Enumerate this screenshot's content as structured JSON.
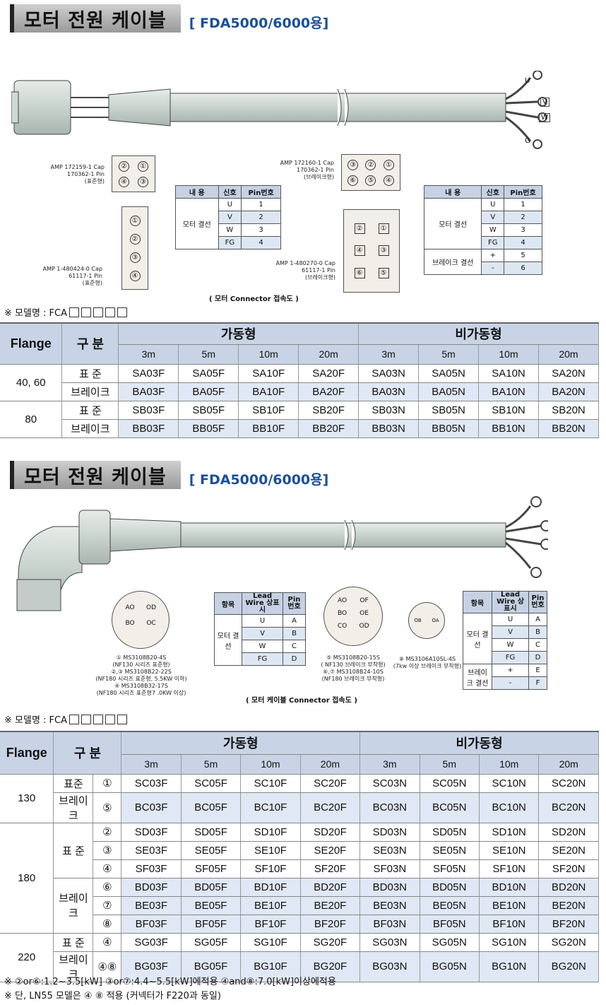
{
  "section1": {
    "title": "모터 전원 케이블",
    "subtitle": "[ FDA5000/6000용]",
    "cable_labels": [
      "U",
      "V",
      "W",
      "G"
    ],
    "connector_captions": {
      "a": [
        "AMP 172159-1 Cap",
        "170362-1 Pin",
        "(표준형)"
      ],
      "b": [
        "AMP 172160-1 Cap",
        "170362-1 Pin",
        "(브레이크형)"
      ],
      "c": [
        "AMP 1-480424-0 Cap",
        "61117-1 Pin",
        "(표준형)"
      ],
      "d": [
        "AMP 1-480270-0 Cap",
        "61117-1 Pin",
        "(브레이크형)"
      ]
    },
    "pins_a": [
      "②",
      "①",
      "④",
      "③"
    ],
    "pins_b": [
      "③",
      "②",
      "①",
      "⑥",
      "⑤",
      "④"
    ],
    "pins_c": [
      "①",
      "②",
      "③",
      "④"
    ],
    "pins_d": [
      "②",
      "①",
      "④",
      "③",
      "⑥",
      "⑤"
    ],
    "table1": {
      "headers": [
        "내 용",
        "신호",
        "Pin번호"
      ],
      "group": "모터 결선",
      "rows": [
        [
          "U",
          "1"
        ],
        [
          "V",
          "2"
        ],
        [
          "W",
          "3"
        ],
        [
          "FG",
          "4"
        ]
      ]
    },
    "table2": {
      "headers": [
        "내 용",
        "신호",
        "Pin번호"
      ],
      "group1": "모터 결선",
      "group2": "브레이크 결선",
      "rows": [
        [
          "U",
          "1"
        ],
        [
          "V",
          "2"
        ],
        [
          "W",
          "3"
        ],
        [
          "FG",
          "4"
        ],
        [
          "+",
          "5"
        ],
        [
          "-",
          "6"
        ]
      ]
    },
    "diagram_caption": "( 모터 Connector 접속도 )",
    "model_label": "※ 모델명 : FCA",
    "spec": {
      "h_flange": "Flange",
      "h_type": "구 분",
      "h_movable": "가동형",
      "h_nonmovable": "비가동형",
      "lengths": [
        "3m",
        "5m",
        "10m",
        "20m",
        "3m",
        "5m",
        "10m",
        "20m"
      ],
      "rows": [
        {
          "flange": "40, 60",
          "kind": "표 준",
          "codes": [
            "SA03F",
            "SA05F",
            "SA10F",
            "SA20F",
            "SA03N",
            "SA05N",
            "SA10N",
            "SA20N"
          ]
        },
        {
          "flange": "",
          "kind": "브레이크",
          "codes": [
            "BA03F",
            "BA05F",
            "BA10F",
            "BA20F",
            "BA03N",
            "BA05N",
            "BA10N",
            "BA20N"
          ]
        },
        {
          "flange": "80",
          "kind": "표 준",
          "codes": [
            "SB03F",
            "SB05F",
            "SB10F",
            "SB20F",
            "SB03N",
            "SB05N",
            "SB10N",
            "SB20N"
          ]
        },
        {
          "flange": "",
          "kind": "브레이크",
          "codes": [
            "BB03F",
            "BB05F",
            "BB10F",
            "BB20F",
            "BB03N",
            "BB05N",
            "BB10N",
            "BB20N"
          ]
        }
      ]
    }
  },
  "section2": {
    "title": "모터 전원 케이블",
    "subtitle": "[ FDA5000/6000용]",
    "conn1_pins": [
      "AO",
      "OD",
      "BO",
      "OC"
    ],
    "conn1_caption": [
      "① MS3108B20-4S",
      "(NF130 시리즈 표준형)",
      "②,③ MS3108B22-22S",
      "(NF180 시리즈 표준형, 5.5KW 이하)",
      "④ MS3108B32-17S",
      "(NF180 시리즈 표준형7 .0KW 이상)"
    ],
    "conn2_pins": [
      "AO",
      "OF",
      "BO",
      "OE",
      "CO",
      "OD"
    ],
    "conn2_caption": [
      "⑤ MS3108B20-15S",
      "( NF130 브레이크 부착형)",
      "⑥,⑦ MS3108B24-10S",
      "(NF180 브레이크 부착형)"
    ],
    "conn3_pins": [
      "OB",
      "OA"
    ],
    "conn3_caption": [
      "⑧ MS3106A10SL-4S",
      "(7kw 이상 브레이크 부착형)"
    ],
    "table1": {
      "headers": [
        "항목",
        "Lead Wire 상표시",
        "Pin 번호"
      ],
      "group": "모터 결선",
      "rows": [
        [
          "U",
          "A"
        ],
        [
          "V",
          "B"
        ],
        [
          "W",
          "C"
        ],
        [
          "FG",
          "D"
        ]
      ]
    },
    "table2": {
      "headers": [
        "항목",
        "Lead Wire 상표시",
        "Pin 번호"
      ],
      "group1": "모터 결선",
      "group2": "브레이크 결선",
      "rows": [
        [
          "U",
          "A"
        ],
        [
          "V",
          "B"
        ],
        [
          "W",
          "C"
        ],
        [
          "FG",
          "D"
        ],
        [
          "+",
          "E"
        ],
        [
          "-",
          "F"
        ]
      ]
    },
    "diagram_caption": "( 모터 케이블 Connector 접속도 )",
    "model_label": "※ 모델명 : FCA",
    "spec": {
      "h_flange": "Flange",
      "h_type": "구 분",
      "h_movable": "가동형",
      "h_nonmovable": "비가동형",
      "lengths": [
        "3m",
        "5m",
        "10m",
        "20m",
        "3m",
        "5m",
        "10m",
        "20m"
      ],
      "rows": [
        {
          "num": "①",
          "codes": [
            "SC03F",
            "SC05F",
            "SC10F",
            "SC20F",
            "SC03N",
            "SC05N",
            "SC10N",
            "SC20N"
          ]
        },
        {
          "num": "⑤",
          "codes": [
            "BC03F",
            "BC05F",
            "BC10F",
            "BC20F",
            "BC03N",
            "BC05N",
            "BC10N",
            "BC20N"
          ]
        },
        {
          "num": "②",
          "codes": [
            "SD03F",
            "SD05F",
            "SD10F",
            "SD20F",
            "SD03N",
            "SD05N",
            "SD10N",
            "SD20N"
          ]
        },
        {
          "num": "③",
          "codes": [
            "SE03F",
            "SE05F",
            "SE10F",
            "SE20F",
            "SE03N",
            "SE05N",
            "SE10N",
            "SE20N"
          ]
        },
        {
          "num": "④",
          "codes": [
            "SF03F",
            "SF05F",
            "SF10F",
            "SF20F",
            "SF03N",
            "SF05N",
            "SF10N",
            "SF20N"
          ]
        },
        {
          "num": "⑥",
          "codes": [
            "BD03F",
            "BD05F",
            "BD10F",
            "BD20F",
            "BD03N",
            "BD05N",
            "BD10N",
            "BD20N"
          ]
        },
        {
          "num": "⑦",
          "codes": [
            "BE03F",
            "BE05F",
            "BE10F",
            "BE20F",
            "BE03N",
            "BE05N",
            "BE10N",
            "BE20N"
          ]
        },
        {
          "num": "⑧",
          "codes": [
            "BF03F",
            "BF05F",
            "BF10F",
            "BF20F",
            "BF03N",
            "BF05N",
            "BF10N",
            "BF20N"
          ]
        },
        {
          "num": "④",
          "codes": [
            "SG03F",
            "SG05F",
            "SG10F",
            "SG20F",
            "SG03N",
            "SG05N",
            "SG10N",
            "SG20N"
          ]
        },
        {
          "num": "④⑧",
          "codes": [
            "BG03F",
            "BG05F",
            "BG10F",
            "BG20F",
            "BG03N",
            "BG05N",
            "BG10N",
            "BG20N"
          ]
        }
      ],
      "flanges": [
        "130",
        "180",
        "220"
      ],
      "kinds": [
        "표준",
        "브레이크",
        "표 준",
        "브레이크",
        "표 준",
        "브레이크"
      ]
    },
    "footnotes": [
      "※ ②or⑥:1.2~3.5[kW]   ③or⑦:4.4~5.5[kW]에적용 ④and⑧:7.0[kW]이상에적용",
      "※ 단, LN55 모델은 ④ ⑧ 적용 (커넥터가 F220과 동일)"
    ]
  }
}
